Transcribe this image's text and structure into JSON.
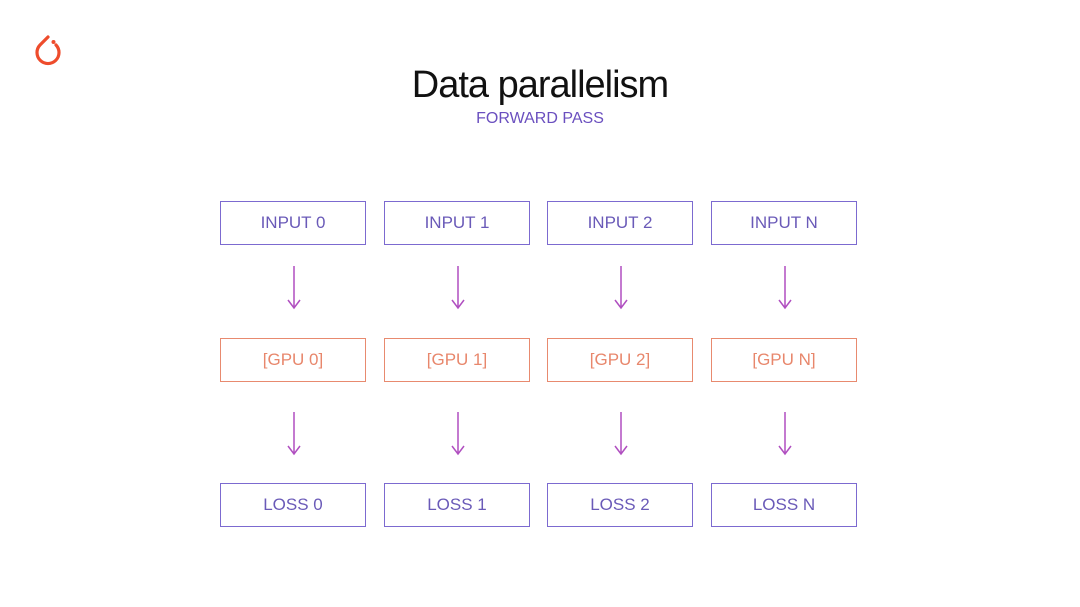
{
  "title": "Data parallelism",
  "subtitle": "FORWARD PASS",
  "colors": {
    "brand": "#ee4c2c",
    "input_border": "#7c6ad0",
    "gpu_border": "#e88a6f",
    "arrow": "#b04fc0"
  },
  "logo_icon": "pytorch-flame-icon",
  "columns": [
    {
      "input": "INPUT 0",
      "gpu": "[GPU 0]",
      "loss": "LOSS 0"
    },
    {
      "input": "INPUT 1",
      "gpu": "[GPU 1]",
      "loss": "LOSS 1"
    },
    {
      "input": "INPUT 2",
      "gpu": "[GPU 2]",
      "loss": "LOSS 2"
    },
    {
      "input": "INPUT N",
      "gpu": "[GPU N]",
      "loss": "LOSS N"
    }
  ]
}
